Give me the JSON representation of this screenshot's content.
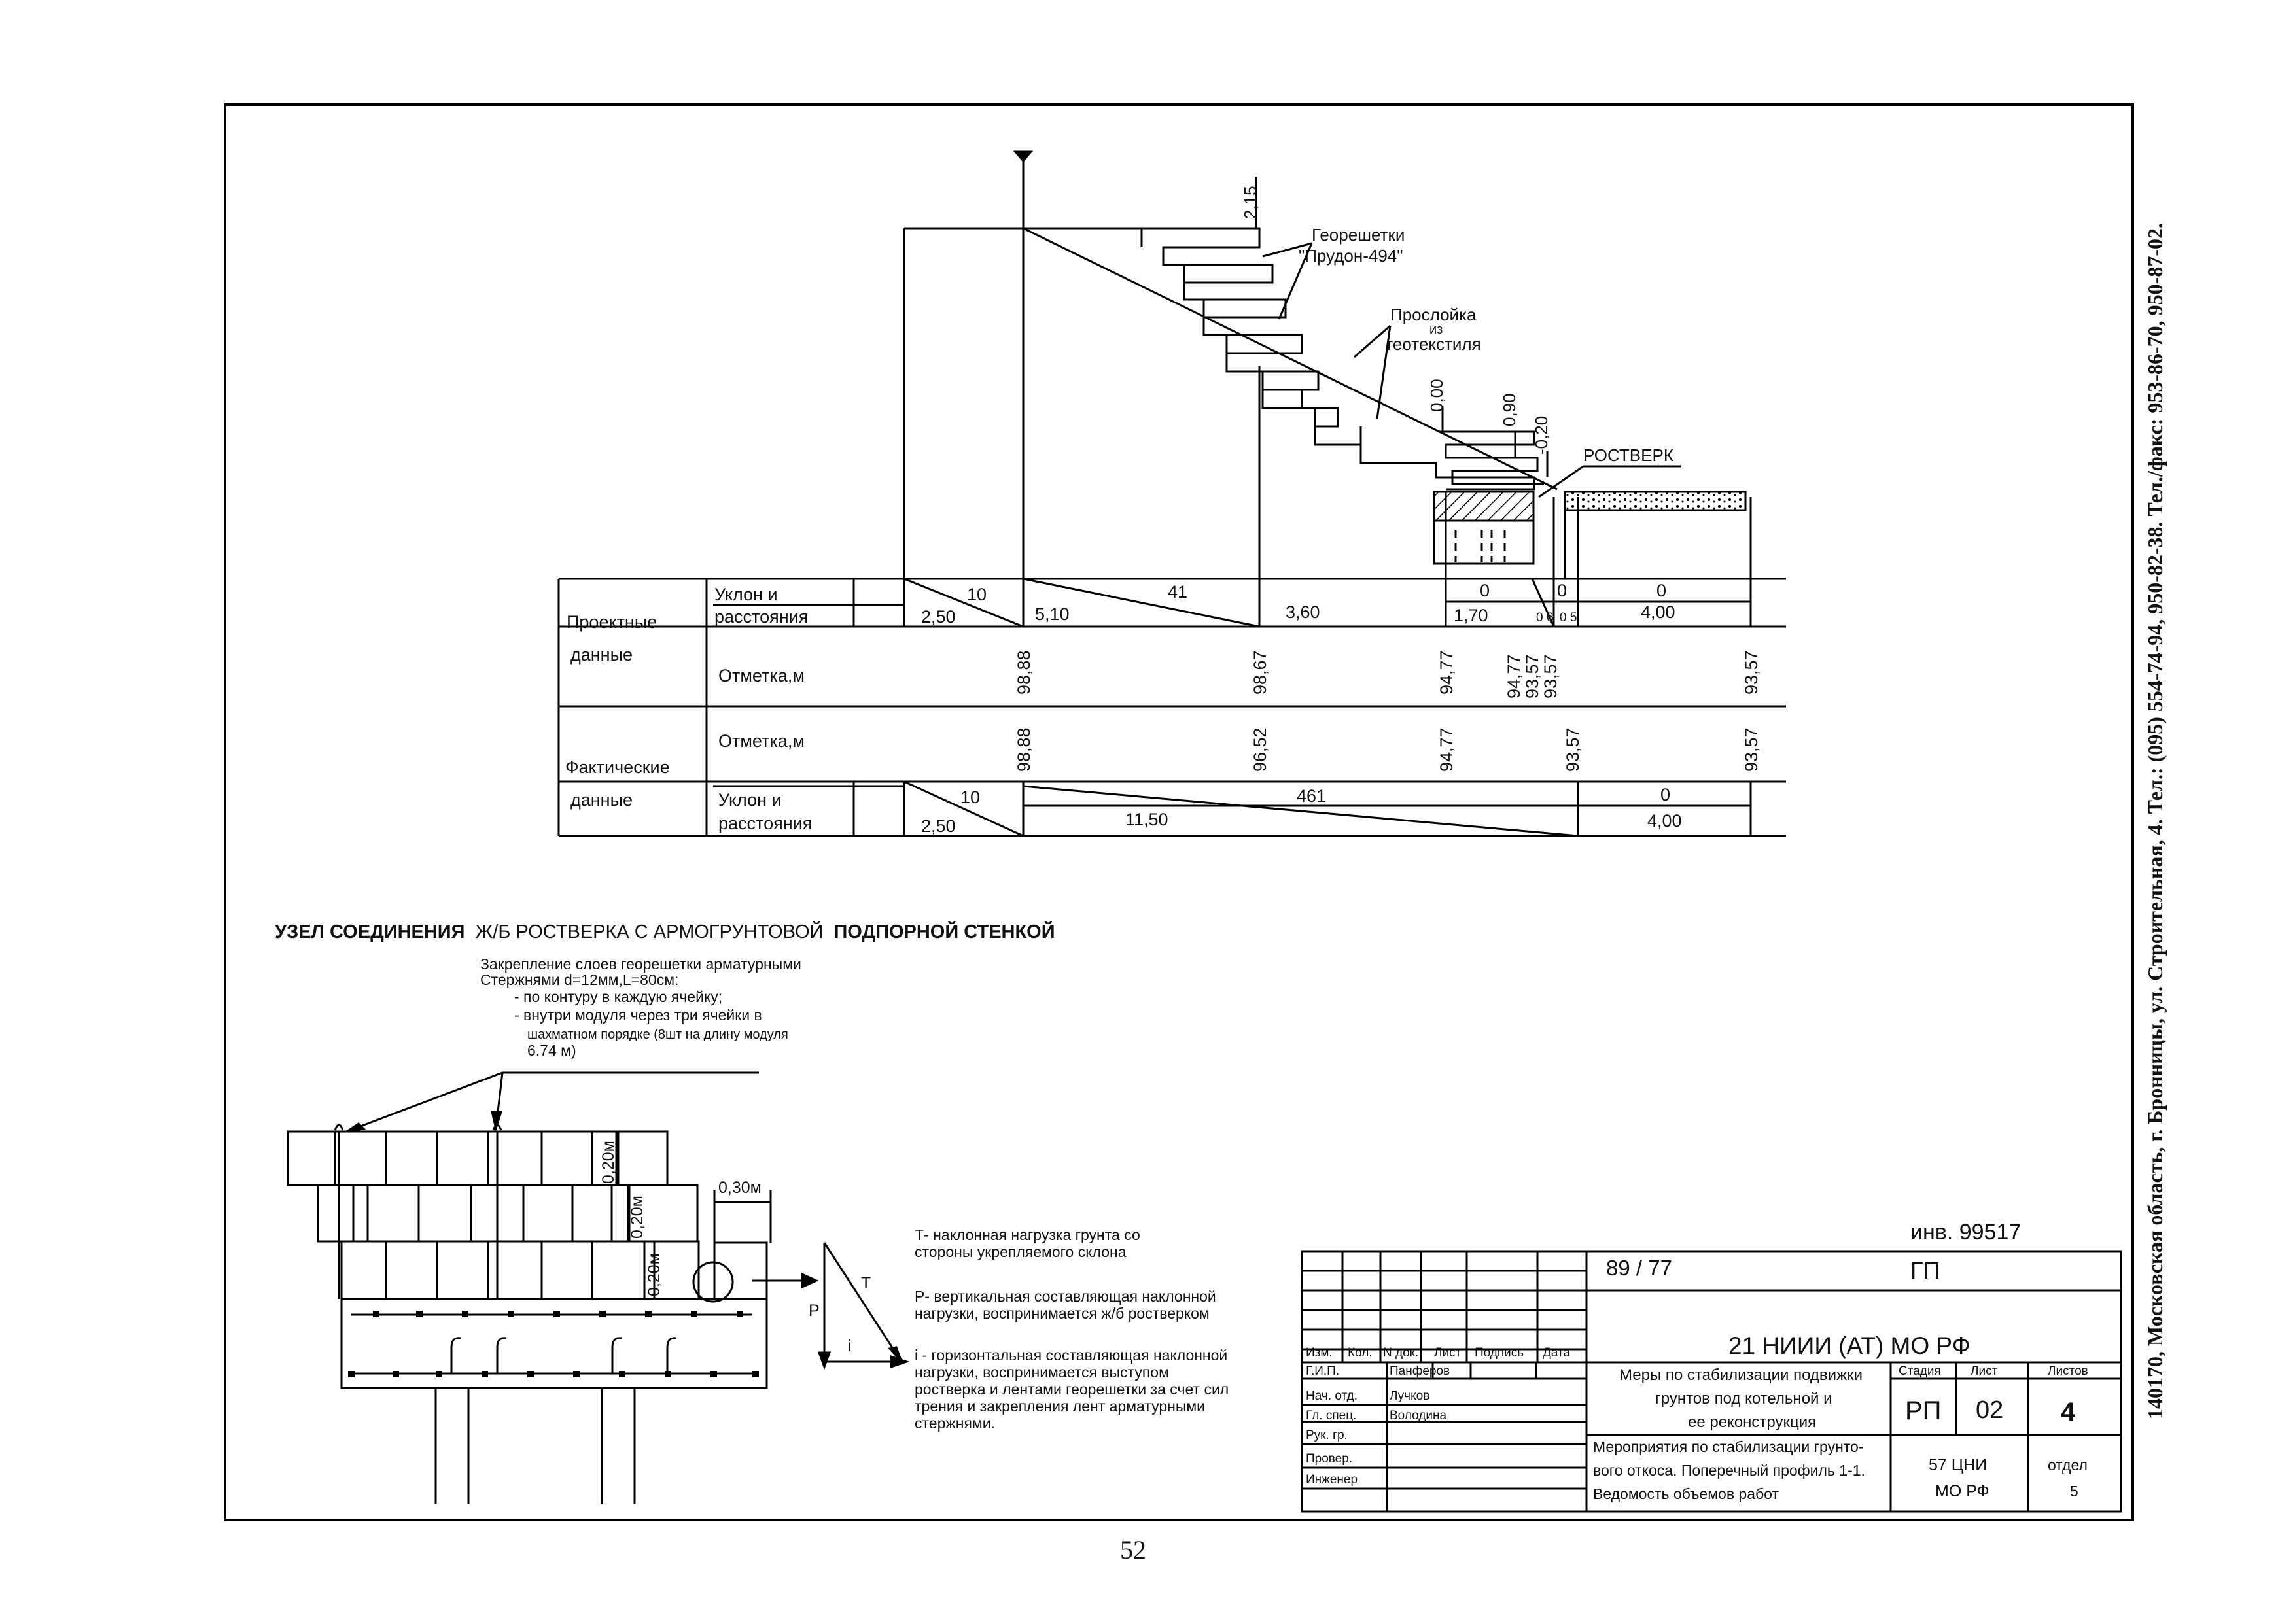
{
  "profile": {
    "dims": {
      "top": "2,15",
      "d1": "0,00",
      "d2": "0,90",
      "d3": "-0,20"
    },
    "labels": {
      "georeshetki_1": "Георешетки",
      "georeshetki_2": "\"Прудон-494\"",
      "prosloika_1": "Прослойка",
      "prosloika_2": "из",
      "prosloika_3": "геотекстиля",
      "rostverk": "РОСТВЕРК"
    }
  },
  "table": {
    "group_project_1": "Проектные",
    "group_project_2": "данные",
    "group_fact_1": "Фактические",
    "group_fact_2": "данные",
    "uklon_1": "Уклон и",
    "uklon_2": "расстояния",
    "otmetka": "Отметка,м",
    "project_slopes": [
      "10",
      "41",
      "0",
      "0",
      "0"
    ],
    "project_dist": [
      "2,50",
      "5,10",
      "3,60",
      "1,70",
      "0 6",
      "0 5",
      "4,00"
    ],
    "project_marks": [
      "98,88",
      "98,67",
      "94,77",
      "94,77",
      "93,57",
      "93,57",
      "93,57"
    ],
    "fact_marks": [
      "98,88",
      "96,52",
      "94,77",
      "93,57",
      "93,57"
    ],
    "fact_slopes": [
      "10",
      "461",
      "0"
    ],
    "fact_dist": [
      "2,50",
      "11,50",
      "4,00"
    ]
  },
  "node": {
    "title_part1": "УЗЕЛ СОЕДИНЕНИЯ",
    "title_part2": "Ж/Б РОСТВЕРКА С АРМОГРУНТОВОЙ",
    "title_part3": "ПОДПОРНОЙ СТЕНКОЙ",
    "note_1": "Закрепление слоев георешетки арматурными",
    "note_2": "Стержнями d=12мм,L=80см:",
    "note_3": "-  по контуру в каждую ячейку;",
    "note_4": "-  внутри модуля через три  ячейки  в",
    "note_5": "шахматном порядке (8шт на длину модуля",
    "note_6": "6.74 м)",
    "dim_a": "0,20м",
    "dim_b": "0,20м",
    "dim_c": "0,20м",
    "dim_d": "0,30м",
    "vec_t": "Т",
    "vec_p": "Р",
    "vec_i": "i"
  },
  "legend": [
    "Т- наклонная нагрузка грунта со",
    "стороны укрепляемого склона",
    "Р- вертикальная составляющая наклонной",
    "нагрузки, воспринимается ж/б ростверком",
    "i - горизонтальная составляющая наклонной",
    "нагрузки,    воспринимается    выступом",
    "ростверка и лентами георешетки за счет сил",
    "трения и закрепления лент арматурными",
    "стержнями."
  ],
  "stamp": {
    "inv": "инв. 99517",
    "doc_num": "89 / 77",
    "gp": "ГП",
    "org": "21 НИИИ (АТ) МО РФ",
    "project_1": "Меры по стабилизации подвижки",
    "project_2": "грунтов под котельной и",
    "project_3": "ее реконструкция",
    "sheet_1": "Мероприятия по стабилизации грунто-",
    "sheet_2": "вого откоса. Поперечный профиль 1-1.",
    "sheet_3": "Ведомость объемов работ",
    "col_izm": "Изм.",
    "col_kol": "Кол.",
    "col_ndok": "N док.",
    "col_list": "Лист",
    "col_podpis": "Подпись",
    "col_data": "Дата",
    "roles": [
      "Г.И.П.",
      "Нач. отд.",
      "Гл. спец.",
      "Рук. гр.",
      "Провер.",
      "Инженер"
    ],
    "names": [
      "Панферов",
      "Лучков",
      "Володина",
      "",
      "",
      ""
    ],
    "stadiya_h": "Стадия",
    "list_h": "Лист",
    "listov_h": "Листов",
    "stadiya": "РП",
    "list": "02",
    "listov": "4",
    "org_code_1": "57 ЦНИ",
    "org_code_2": "МО РФ",
    "otdel_1": "отдел",
    "otdel_2": "5"
  },
  "side_text": "140170, Московская область, г. Бронницы, ул. Строительная, 4. Тел.: (095) 554-74-94, 950-82-38. Тел./факс: 953-86-70, 950-87-02.",
  "page_number": "52"
}
